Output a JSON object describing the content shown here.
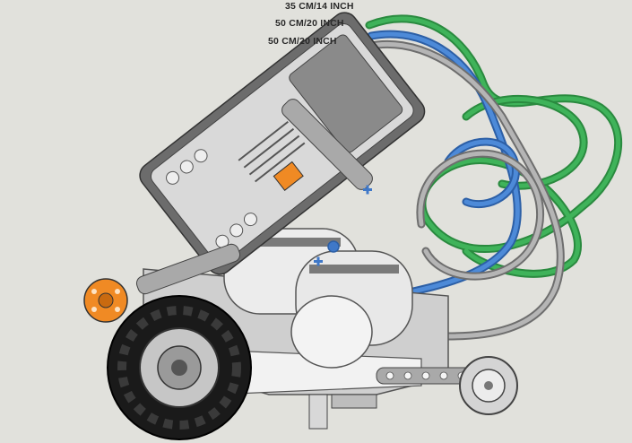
{
  "cable_labels": [
    {
      "text": "35 CM/14 INCH",
      "color": "#2e8b3c"
    },
    {
      "text": "50 CM/20 INCH",
      "color": "#3f6fbf"
    },
    {
      "text": "50 CM/20 INCH",
      "color": "#9a9a9a"
    }
  ],
  "colors": {
    "background": "#e1e1dc",
    "brick_dark": "#6a6a6a",
    "brick_light": "#d7d7d7",
    "beam": "#a9a9a9",
    "orange": "#f08a24",
    "tire": "#1a1a1a",
    "motor": "#ececec",
    "cable_green": "#2fa34a",
    "cable_blue": "#3f78c8",
    "cable_gray": "#9d9d9d"
  }
}
